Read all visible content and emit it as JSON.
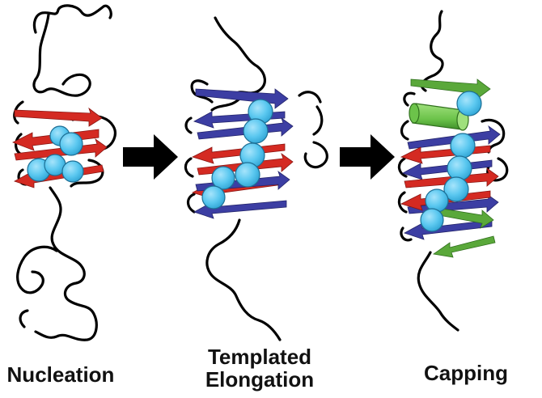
{
  "stages": {
    "nucleation": {
      "label": "Nucleation"
    },
    "elongation": {
      "label_line1": "Templated",
      "label_line2": "Elongation"
    },
    "capping": {
      "label": "Capping"
    }
  },
  "colors": {
    "background": "#ffffff",
    "chain": "#000000",
    "sphere": "#5bc8f0",
    "red_arrow": "#d42a22",
    "blue_arrow": "#3c3ea3",
    "green_arrow": "#5aa83a",
    "green_helix": "#7ccf5a",
    "process_arrow": "#000000"
  },
  "icons": [
    "process-arrow-icon",
    "beta-strand-arrow-icon",
    "helix-cylinder-icon"
  ]
}
